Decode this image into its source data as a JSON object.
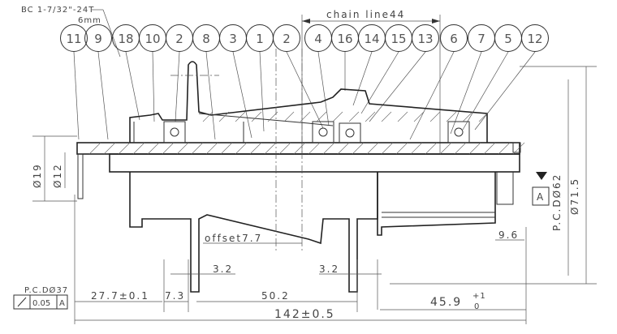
{
  "title_note": {
    "thread": "BC 1-7/32\"-24T",
    "depth": "6mm"
  },
  "balloons": [
    "11",
    "9",
    "18",
    "10",
    "2",
    "8",
    "3",
    "1",
    "2",
    "4",
    "16",
    "14",
    "15",
    "13",
    "6",
    "7",
    "5",
    "12"
  ],
  "dimensions": {
    "chain_line": "chain line44",
    "offset": "offset7.7",
    "dia_19": "Ø19",
    "dia_12": "Ø12",
    "pcd_62": "P.C.DØ62",
    "dia_71_5": "Ø71.5",
    "dim_9_6": "9.6",
    "flange_left": "3.2",
    "flange_right": "3.2",
    "dim_27_7": "27.7±0.1",
    "dim_7_3": "7.3",
    "dim_50_2": "50.2",
    "dim_45_9": "45.9",
    "dim_45_9_tol_upper": "+1",
    "dim_45_9_tol_lower": "0",
    "overall": "142±0.5"
  },
  "datum": {
    "label": "A"
  },
  "tolerance_frame": {
    "note": "P.C.DØ37",
    "symbol": "runout",
    "value": "0.05",
    "datum": "A"
  }
}
